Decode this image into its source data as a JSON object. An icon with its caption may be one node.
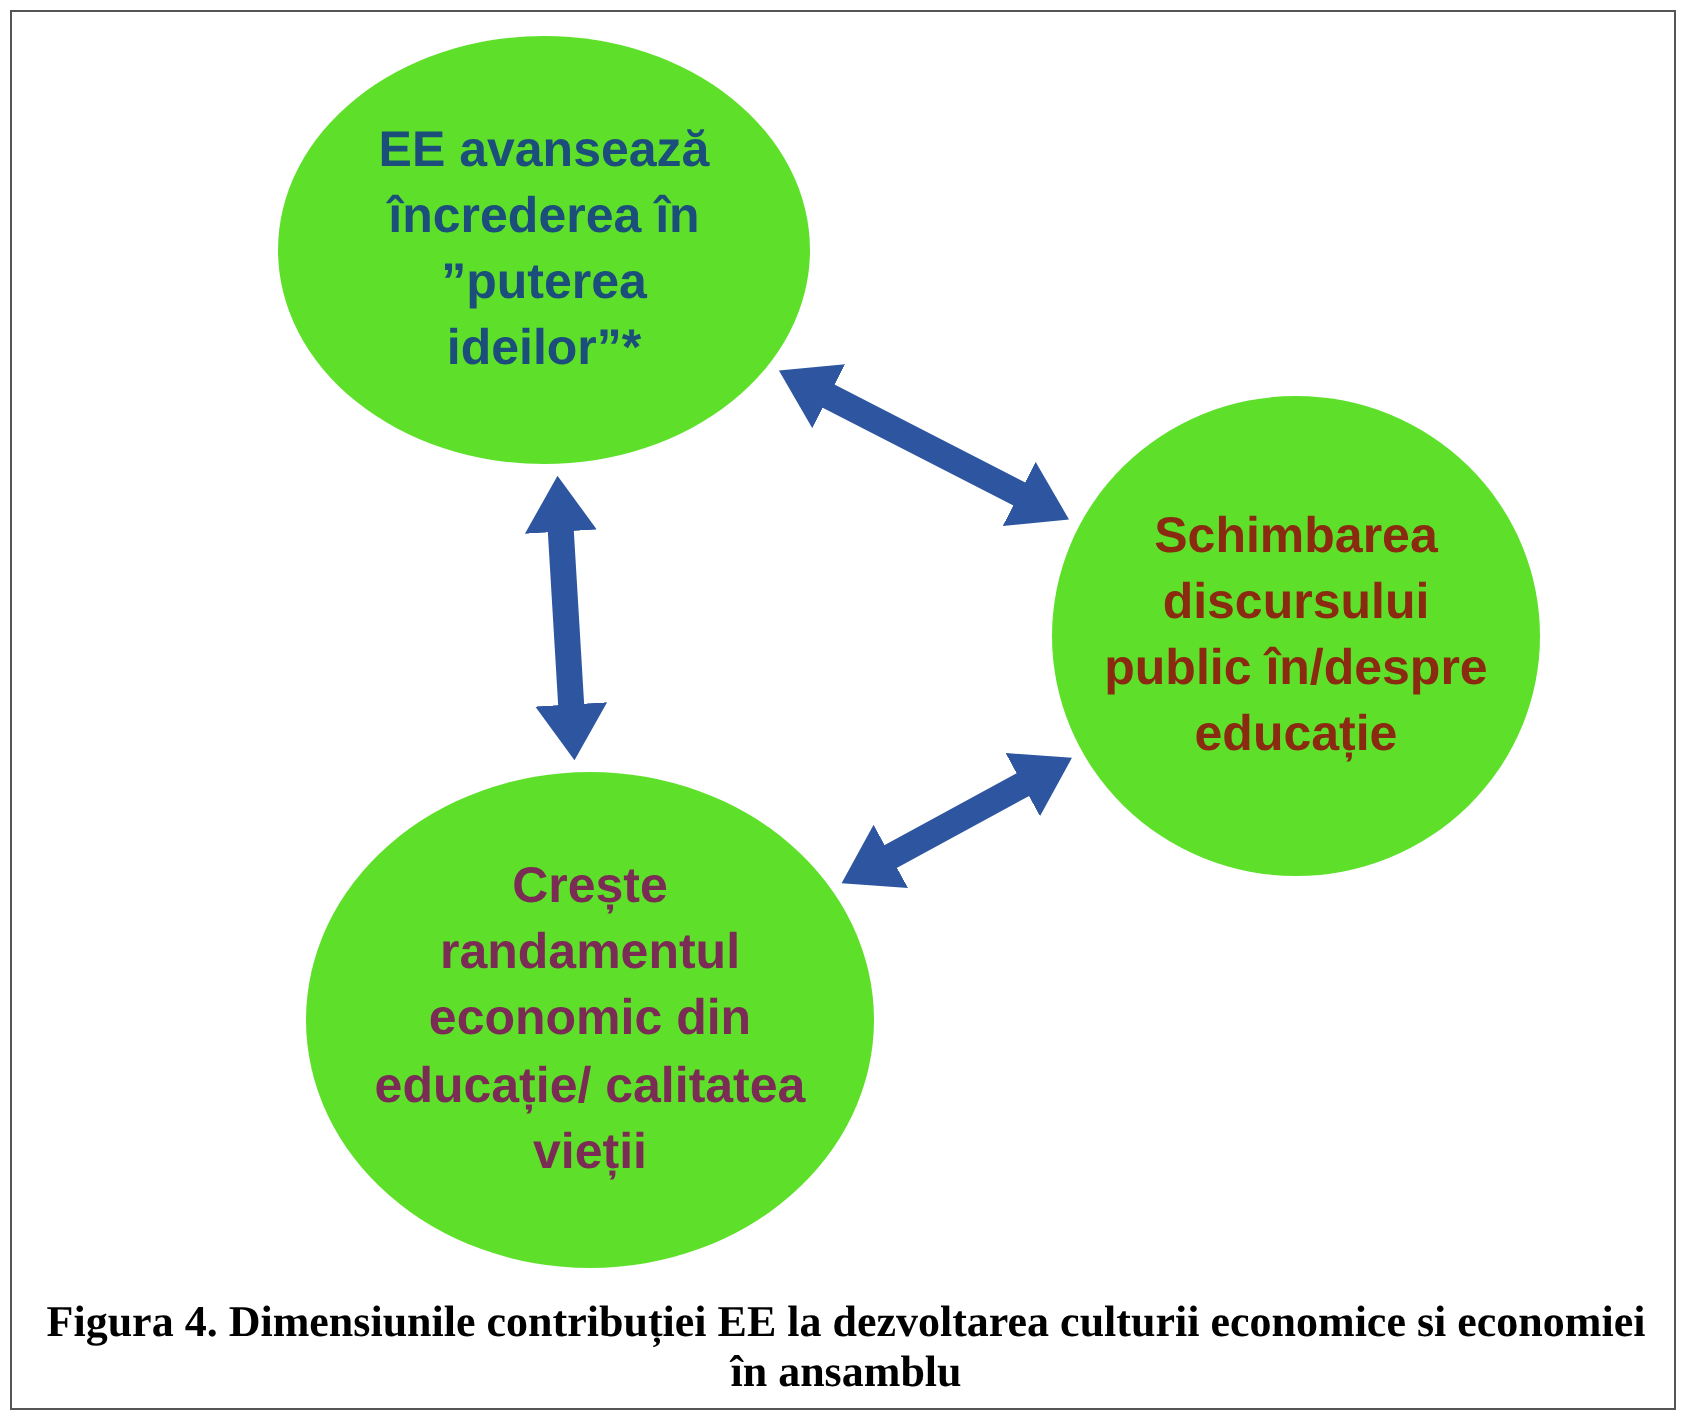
{
  "diagram": {
    "caption": "Figura 4. Dimensiunile contribuției EE la dezvoltarea culturii economice si economiei în ansamblu",
    "nodes": [
      {
        "text": [
          "EE avansează încrederea în ”puterea ideilor”*"
        ]
      },
      {
        "text": [
          "Schimbarea discursului public în/despre educație"
        ]
      },
      {
        "text": [
          "Crește randamentul economic din educație/ calitatea vieții"
        ]
      }
    ],
    "edges": [
      {
        "from": 0,
        "to": 1,
        "arrow": "both"
      },
      {
        "from": 0,
        "to": 2,
        "arrow": "both"
      },
      {
        "from": 2,
        "to": 1,
        "arrow": "both"
      }
    ]
  }
}
